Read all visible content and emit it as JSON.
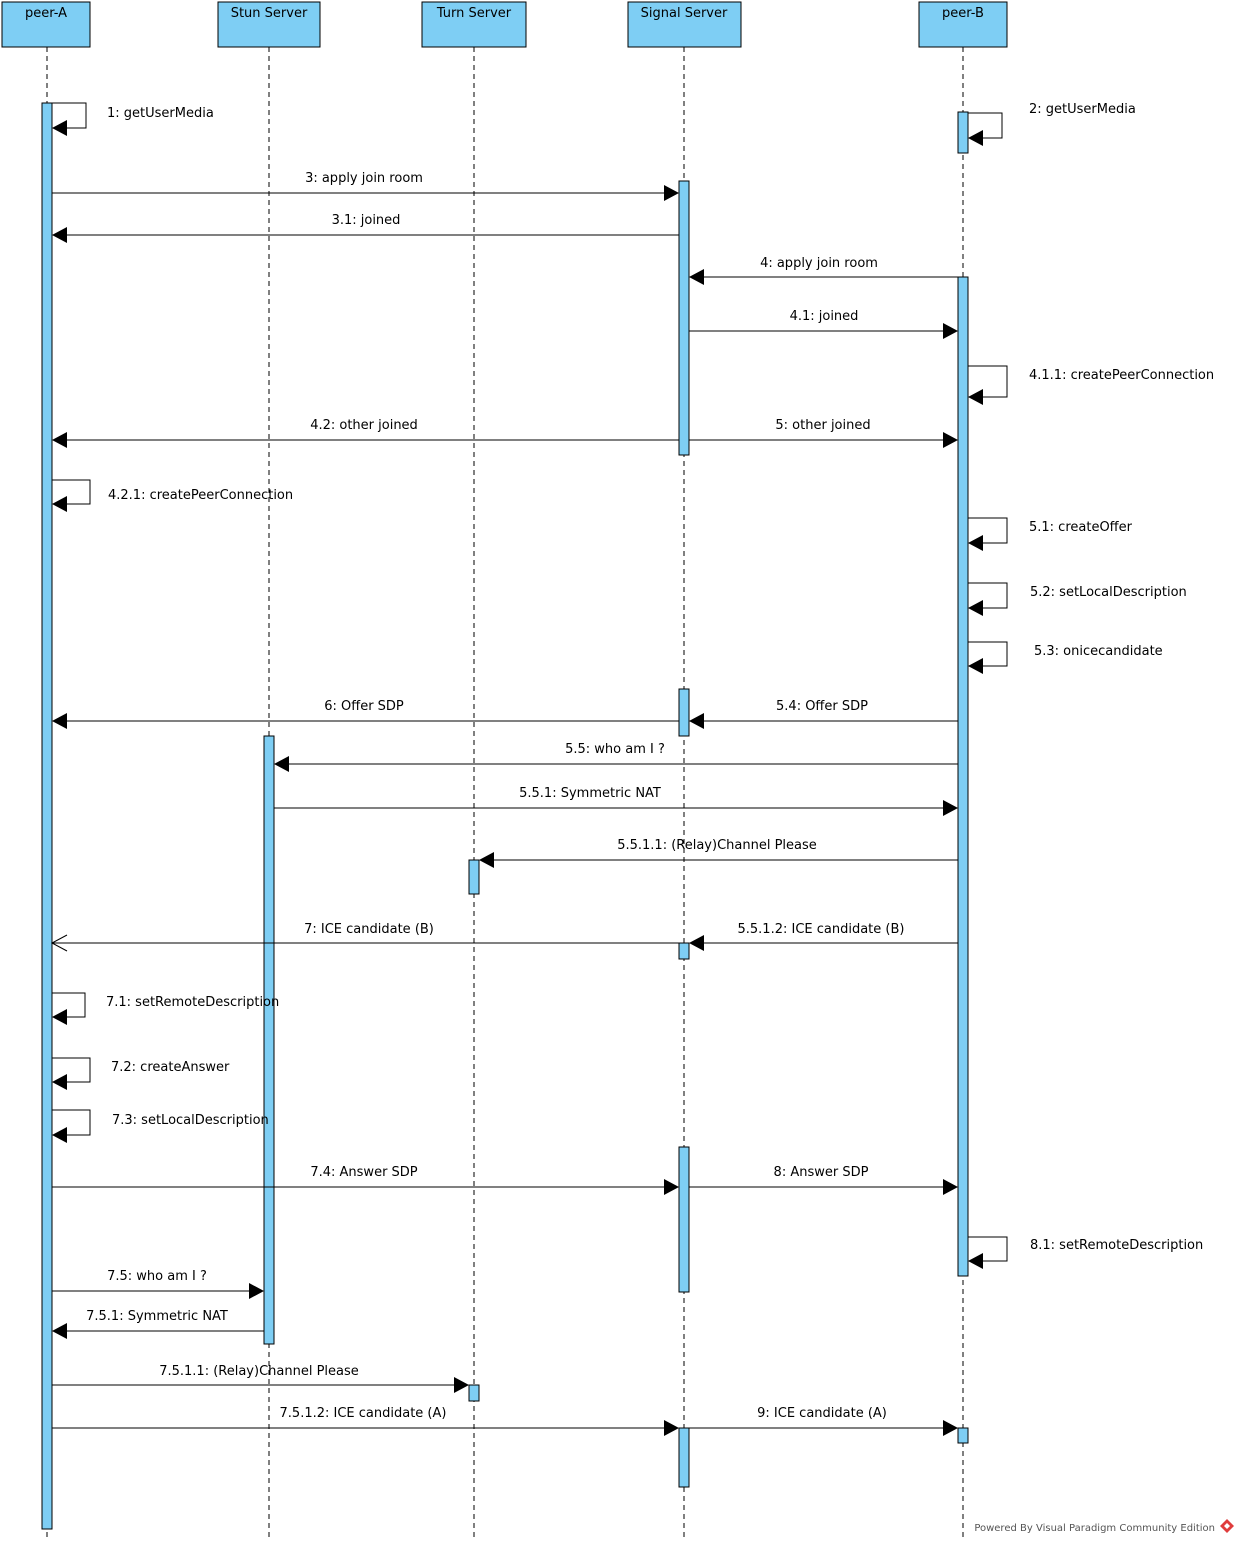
{
  "participants": [
    {
      "id": "A",
      "label": "peer-A"
    },
    {
      "id": "S",
      "label": "Stun Server"
    },
    {
      "id": "T",
      "label": "Turn Server"
    },
    {
      "id": "G",
      "label": "Signal Server"
    },
    {
      "id": "B",
      "label": "peer-B"
    }
  ],
  "messages": [
    {
      "label": "1: getUserMedia",
      "from": "A",
      "to": "A"
    },
    {
      "label": "2: getUserMedia",
      "from": "B",
      "to": "B"
    },
    {
      "label": "3: apply join room",
      "from": "A",
      "to": "G"
    },
    {
      "label": "3.1: joined",
      "from": "G",
      "to": "A"
    },
    {
      "label": "4: apply join room",
      "from": "B",
      "to": "G"
    },
    {
      "label": "4.1: joined",
      "from": "G",
      "to": "B"
    },
    {
      "label": "4.1.1: createPeerConnection",
      "from": "B",
      "to": "B"
    },
    {
      "label": "4.2: other joined",
      "from": "G",
      "to": "A"
    },
    {
      "label": "5: other joined",
      "from": "G",
      "to": "B"
    },
    {
      "label": "4.2.1: createPeerConnection",
      "from": "A",
      "to": "A"
    },
    {
      "label": "5.1: createOffer",
      "from": "B",
      "to": "B"
    },
    {
      "label": "5.2: setLocalDescription",
      "from": "B",
      "to": "B"
    },
    {
      "label": "5.3: onicecandidate",
      "from": "B",
      "to": "B"
    },
    {
      "label": "6: Offer SDP",
      "from": "G",
      "to": "A"
    },
    {
      "label": "5.4: Offer SDP",
      "from": "B",
      "to": "G"
    },
    {
      "label": "5.5: who am I ?",
      "from": "B",
      "to": "S"
    },
    {
      "label": "5.5.1: Symmetric NAT",
      "from": "S",
      "to": "B"
    },
    {
      "label": "5.5.1.1: (Relay)Channel Please",
      "from": "B",
      "to": "T"
    },
    {
      "label": "7: ICE candidate (B)",
      "from": "G",
      "to": "A"
    },
    {
      "label": "5.5.1.2: ICE candidate (B)",
      "from": "B",
      "to": "G"
    },
    {
      "label": "7.1: setRemoteDescription",
      "from": "A",
      "to": "A"
    },
    {
      "label": "7.2: createAnswer",
      "from": "A",
      "to": "A"
    },
    {
      "label": "7.3: setLocalDescription",
      "from": "A",
      "to": "A"
    },
    {
      "label": "7.4: Answer SDP",
      "from": "A",
      "to": "G"
    },
    {
      "label": "8: Answer SDP",
      "from": "G",
      "to": "B"
    },
    {
      "label": "8.1: setRemoteDescription",
      "from": "B",
      "to": "B"
    },
    {
      "label": "7.5: who am I ?",
      "from": "A",
      "to": "S"
    },
    {
      "label": "7.5.1: Symmetric NAT",
      "from": "S",
      "to": "A"
    },
    {
      "label": "7.5.1.1: (Relay)Channel Please",
      "from": "A",
      "to": "T"
    },
    {
      "label": "7.5.1.2: ICE candidate (A)",
      "from": "A",
      "to": "G"
    },
    {
      "label": "9: ICE candidate (A)",
      "from": "G",
      "to": "B"
    }
  ],
  "footer": "Powered By Visual Paradigm Community Edition",
  "colors": {
    "lifeline_fill": "#7ecef4",
    "logo": "#e03c3c"
  },
  "icons": {
    "footer_logo": "visual-paradigm-logo-icon"
  }
}
